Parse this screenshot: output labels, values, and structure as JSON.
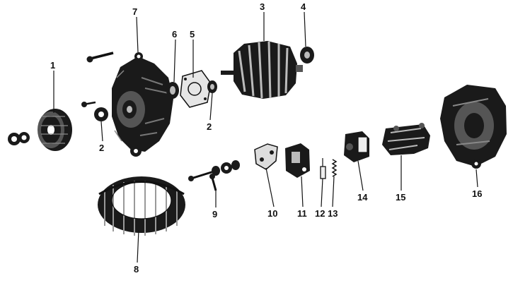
{
  "diagram": {
    "parts": [
      {
        "id": "label-1",
        "text": "1"
      },
      {
        "id": "label-2a",
        "text": "2"
      },
      {
        "id": "label-2b",
        "text": "2"
      },
      {
        "id": "label-3",
        "text": "3"
      },
      {
        "id": "label-4",
        "text": "4"
      },
      {
        "id": "label-5",
        "text": "5"
      },
      {
        "id": "label-6",
        "text": "6"
      },
      {
        "id": "label-7",
        "text": "7"
      },
      {
        "id": "label-8",
        "text": "8"
      },
      {
        "id": "label-9",
        "text": "9"
      },
      {
        "id": "label-10",
        "text": "10"
      },
      {
        "id": "label-11",
        "text": "11"
      },
      {
        "id": "label-12",
        "text": "12"
      },
      {
        "id": "label-13",
        "text": "13"
      },
      {
        "id": "label-14",
        "text": "14"
      },
      {
        "id": "label-15",
        "text": "15"
      },
      {
        "id": "label-16",
        "text": "16"
      }
    ]
  }
}
